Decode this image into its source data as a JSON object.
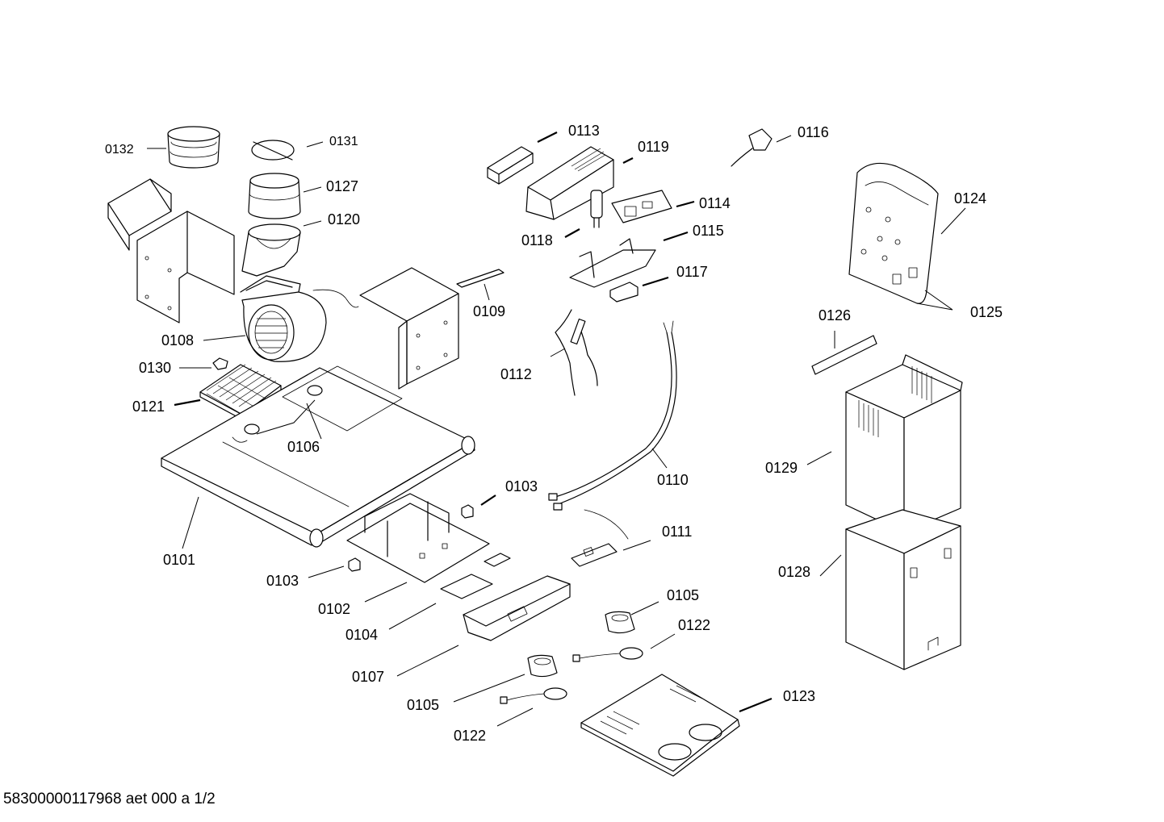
{
  "drawing": {
    "footer_id": "58300000117968 aet 000 a 1/2"
  },
  "callouts": {
    "c0101": "0101",
    "c0102": "0102",
    "c0103a": "0103",
    "c0103b": "0103",
    "c0104": "0104",
    "c0105a": "0105",
    "c0105b": "0105",
    "c0106": "0106",
    "c0107": "0107",
    "c0108": "0108",
    "c0109": "0109",
    "c0110": "0110",
    "c0111": "0111",
    "c0112": "0112",
    "c0113": "0113",
    "c0114": "0114",
    "c0115": "0115",
    "c0116": "0116",
    "c0117": "0117",
    "c0118": "0118",
    "c0119": "0119",
    "c0120": "0120",
    "c0121": "0121",
    "c0122a": "0122",
    "c0122b": "0122",
    "c0123": "0123",
    "c0124": "0124",
    "c0125": "0125",
    "c0126": "0126",
    "c0127": "0127",
    "c0128": "0128",
    "c0129": "0129",
    "c0130": "0130",
    "c0131": "0131",
    "c0132": "0132"
  }
}
